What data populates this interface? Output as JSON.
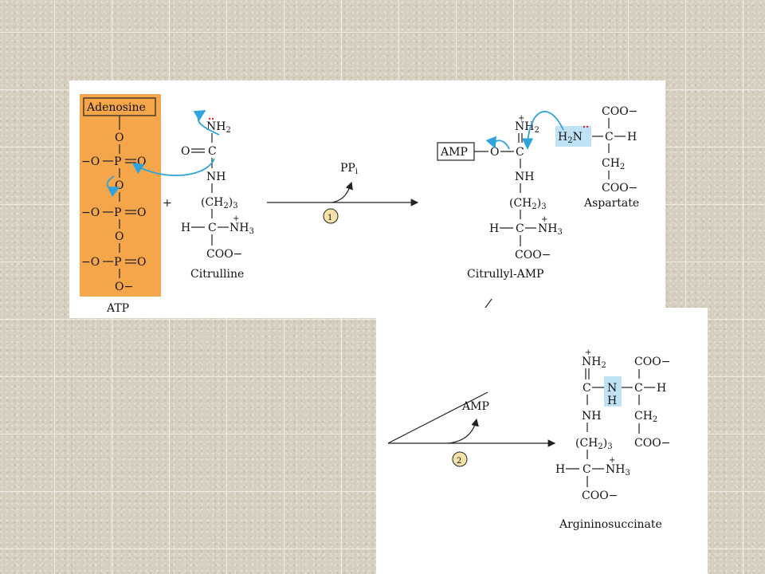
{
  "reactants": {
    "atp": {
      "adenosine": "Adenosine",
      "o": "O",
      "p": "P",
      "o_eq": "O",
      "neg_o": "−O",
      "o_minus": "O−",
      "caption": "ATP"
    },
    "citrulline": {
      "nh2": "NH",
      "two": "2",
      "carbonyl": "O",
      "c": "C",
      "nh": "NH",
      "ch2": "(CH",
      "ch2_close": ")",
      "sub3": "3",
      "h": "H",
      "nh3": "NH",
      "three": "3",
      "coo": "COO−",
      "caption": "Citrulline"
    },
    "plus": "+"
  },
  "step1": {
    "byproduct": "PP",
    "byproduct_sub": "i",
    "number": "1"
  },
  "intermediate": {
    "amp": "AMP",
    "o": "O",
    "c": "C",
    "nh2": "NH",
    "two": "2",
    "nh": "NH",
    "ch2": "(CH",
    "ch2_close": ")",
    "sub3": "3",
    "h": "H",
    "nh3": "NH",
    "three": "3",
    "coo": "COO−",
    "caption": "Citrullyl-AMP"
  },
  "aspartate": {
    "h2n_h": "H",
    "h2n_2": "2",
    "h2n_n": "N",
    "c": "C",
    "h": "H",
    "coo_top": "COO−",
    "ch2": "CH",
    "two": "2",
    "coo_bottom": "COO−",
    "caption": "Aspartate"
  },
  "step2": {
    "byproduct": "AMP",
    "number": "2"
  },
  "product": {
    "nh2": "NH",
    "two": "2",
    "c": "C",
    "n": "N",
    "nh_h": "H",
    "c2": "C",
    "h": "H",
    "coo_top": "COO−",
    "nh": "NH",
    "ch2_right": "CH",
    "ch2_right_sub": "2",
    "coo_mid": "COO−",
    "ch2": "(CH",
    "ch2_close": ")",
    "sub3": "3",
    "h_left": "H",
    "c3": "C",
    "nh3": "NH",
    "three": "3",
    "coo": "COO−",
    "caption": "Argininosuccinate"
  },
  "colors": {
    "atp_box": "#f5a54a",
    "arrow_blue": "#2fa4dc",
    "highlight": "#bfe3f5",
    "step_badge": "#f7e3a8"
  }
}
